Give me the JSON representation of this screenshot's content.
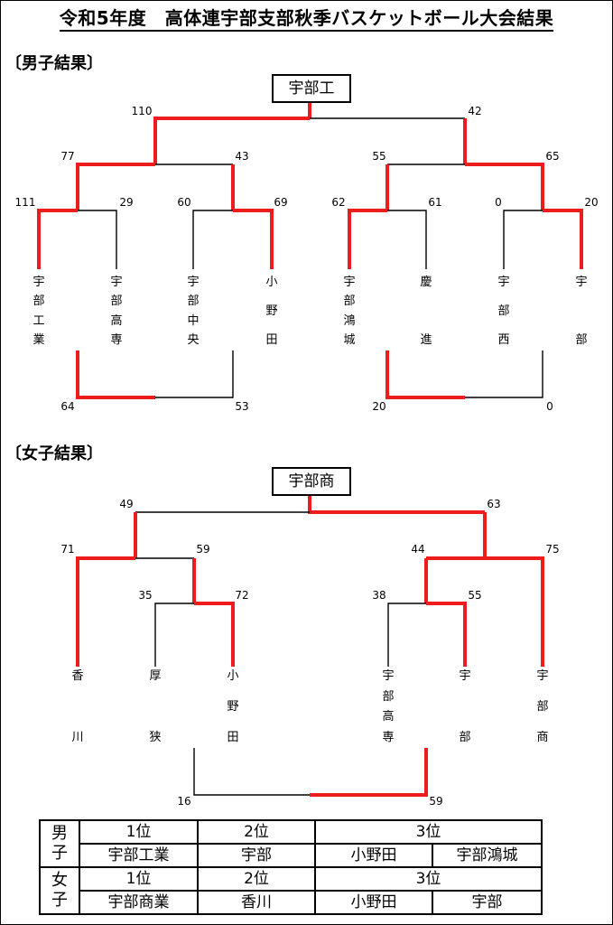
{
  "title": "令和5年度　高体連宇部支部秋季バスケットボール大会結果",
  "boys": {
    "heading": "〔男子結果〕",
    "champion": "宇部工",
    "scores": {
      "final_left": "110",
      "final_right": "42",
      "s1_left": "77",
      "s1_right": "43",
      "s2_left": "55",
      "s2_right": "65",
      "q1_left": "111",
      "q1_right": "29",
      "q2_left": "60",
      "q2_right": "69",
      "q3_left": "62",
      "q3_right": "61",
      "q4_left": "0",
      "q4_right": "20",
      "third1_left": "64",
      "third1_right": "53",
      "third2_left": "20",
      "third2_right": "0"
    },
    "schools": [
      [
        "宇",
        "部",
        "工",
        "業"
      ],
      [
        "宇",
        "部",
        "高",
        "専"
      ],
      [
        "宇",
        "部",
        "中",
        "央"
      ],
      [
        "小",
        "野",
        "田"
      ],
      [
        "宇",
        "部",
        "鴻",
        "城"
      ],
      [
        "慶",
        "進"
      ],
      [
        "宇",
        "部",
        "西"
      ],
      [
        "宇",
        "部"
      ]
    ]
  },
  "girls": {
    "heading": "〔女子結果〕",
    "champion": "宇部商",
    "scores": {
      "final_left": "49",
      "final_right": "63",
      "sA_left": "71",
      "sA_right": "59",
      "sB_left": "44",
      "sB_right": "75",
      "qA_left": "35",
      "qA_right": "72",
      "qB_left": "38",
      "qB_right": "55",
      "third_left": "16",
      "third_right": "59"
    },
    "schools": [
      [
        "香",
        "川"
      ],
      [
        "厚",
        "狭"
      ],
      [
        "小",
        "野",
        "田"
      ],
      [
        "宇",
        "部",
        "高",
        "専"
      ],
      [
        "宇",
        "部"
      ],
      [
        "宇",
        "部",
        "商"
      ]
    ]
  },
  "results": {
    "boys_label": "男子",
    "girls_label": "女子",
    "place1": "1位",
    "place2": "2位",
    "place3": "3位",
    "boys": [
      "宇部工業",
      "宇部",
      "小野田",
      "宇部鴻城"
    ],
    "girls": [
      "宇部商業",
      "香川",
      "小野田",
      "宇部"
    ]
  },
  "colors": {
    "winner": "#ee1c1c",
    "line": "#000000"
  }
}
